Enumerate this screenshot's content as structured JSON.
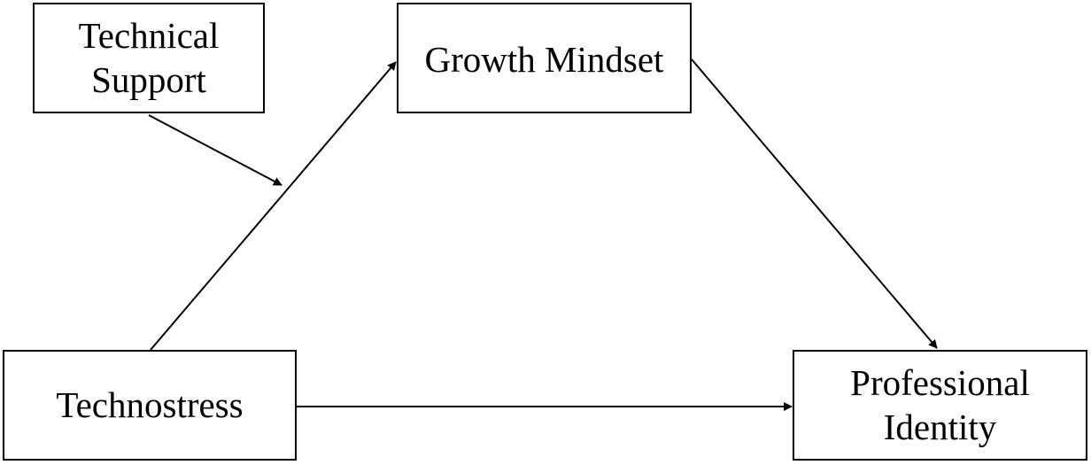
{
  "diagram": {
    "nodes": {
      "technical_support": "Technical\nSupport",
      "growth_mindset": "Growth Mindset",
      "technostress": "Technostress",
      "professional_identity": "Professional\nIdentity"
    },
    "edges": [
      {
        "from": "Technostress",
        "to": "Growth Mindset"
      },
      {
        "from": "Growth Mindset",
        "to": "Professional Identity"
      },
      {
        "from": "Technostress",
        "to": "Professional Identity"
      },
      {
        "from": "Technical Support",
        "to": "Technostress → Growth Mindset path"
      }
    ],
    "line_color": "#000000",
    "box_border_color": "#000000",
    "background_color": "#ffffff"
  }
}
